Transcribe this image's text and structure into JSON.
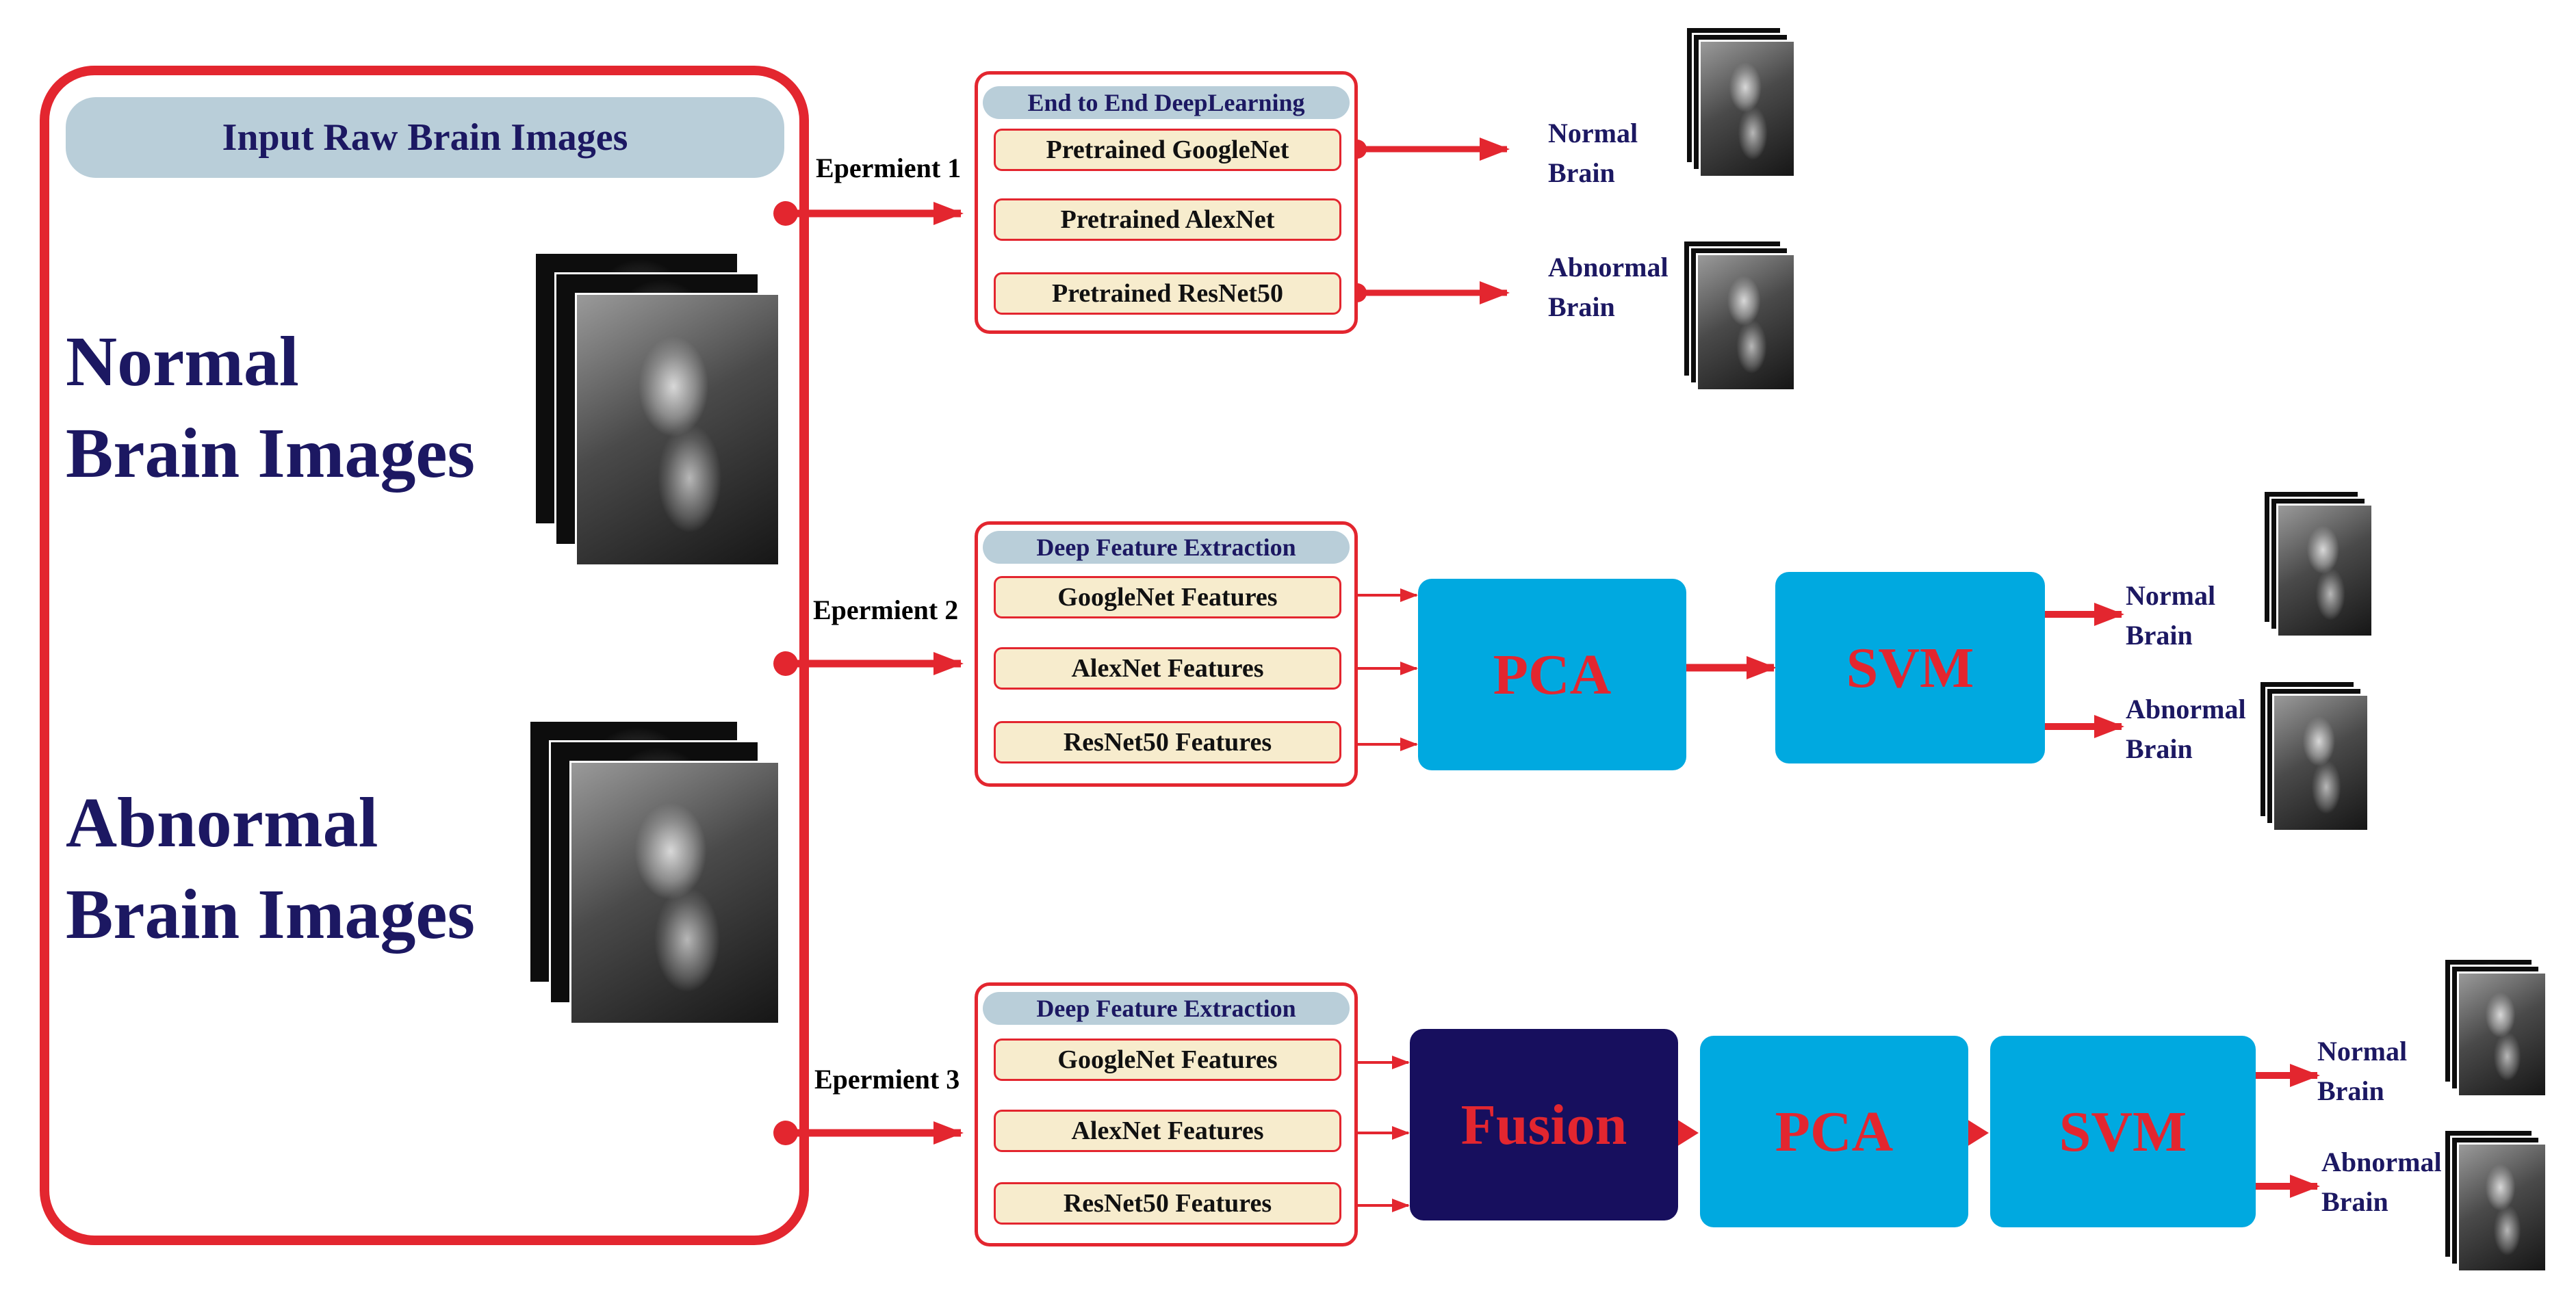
{
  "input": {
    "header": "Input Raw Brain Images",
    "normal_label": [
      "Normal",
      "Brain Images"
    ],
    "abnormal_label": [
      "Abnormal",
      "Brain Images"
    ]
  },
  "experiments": [
    {
      "label": "Epermient 1",
      "header": "End to End DeepLearning",
      "items": [
        "Pretrained GoogleNet",
        "Pretrained AlexNet",
        "Pretrained ResNet50"
      ],
      "blocks": [],
      "outputs": [
        [
          "Normal",
          "Brain"
        ],
        [
          "Abnormal",
          "Brain"
        ]
      ]
    },
    {
      "label": "Epermient 2",
      "header": "Deep Feature Extraction",
      "items": [
        "GoogleNet Features",
        "AlexNet Features",
        "ResNet50 Features"
      ],
      "blocks": [
        "PCA",
        "SVM"
      ],
      "outputs": [
        [
          "Normal",
          "Brain"
        ],
        [
          "Abnormal",
          "Brain"
        ]
      ]
    },
    {
      "label": "Epermient 3",
      "header": "Deep Feature Extraction",
      "items": [
        "GoogleNet Features",
        "AlexNet Features",
        "ResNet50 Features"
      ],
      "blocks": [
        "Fusion",
        "PCA",
        "SVM"
      ],
      "outputs": [
        [
          "Normal",
          "Brain"
        ],
        [
          "Abnormal",
          "Brain"
        ]
      ]
    }
  ],
  "colors": {
    "accent_red": "#e3262f",
    "header_fill": "#b9ced9",
    "item_fill": "#f7eccd",
    "block_cyan": "#00a9e0",
    "block_navy": "#170f5e",
    "text_navy": "#1c1862"
  }
}
